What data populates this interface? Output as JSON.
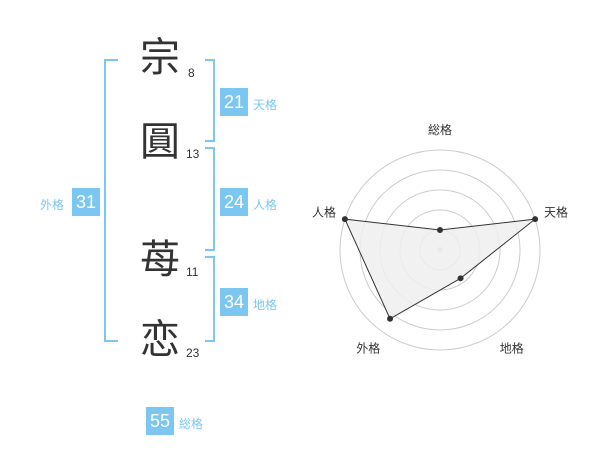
{
  "characters": [
    {
      "char": "宗",
      "strokes": "8"
    },
    {
      "char": "圓",
      "strokes": "13"
    },
    {
      "char": "苺",
      "strokes": "11"
    },
    {
      "char": "恋",
      "strokes": "23"
    }
  ],
  "scores": {
    "tenkaku": {
      "value": "21",
      "label": "天格"
    },
    "jinkaku": {
      "value": "24",
      "label": "人格"
    },
    "chikaku": {
      "value": "34",
      "label": "地格"
    },
    "gaikaku": {
      "value": "31",
      "label": "外格"
    },
    "soukaku": {
      "value": "55",
      "label": "総格"
    }
  },
  "chart_data": {
    "type": "radar",
    "axes": [
      "総格",
      "天格",
      "地格",
      "外格",
      "人格"
    ],
    "values": [
      0.2,
      1.0,
      0.35,
      0.85,
      1.0
    ],
    "rings": 5
  },
  "colors": {
    "accent": "#7cc6f2",
    "text": "#333333",
    "ring": "#cccccc",
    "fill": "#eeeeee"
  }
}
